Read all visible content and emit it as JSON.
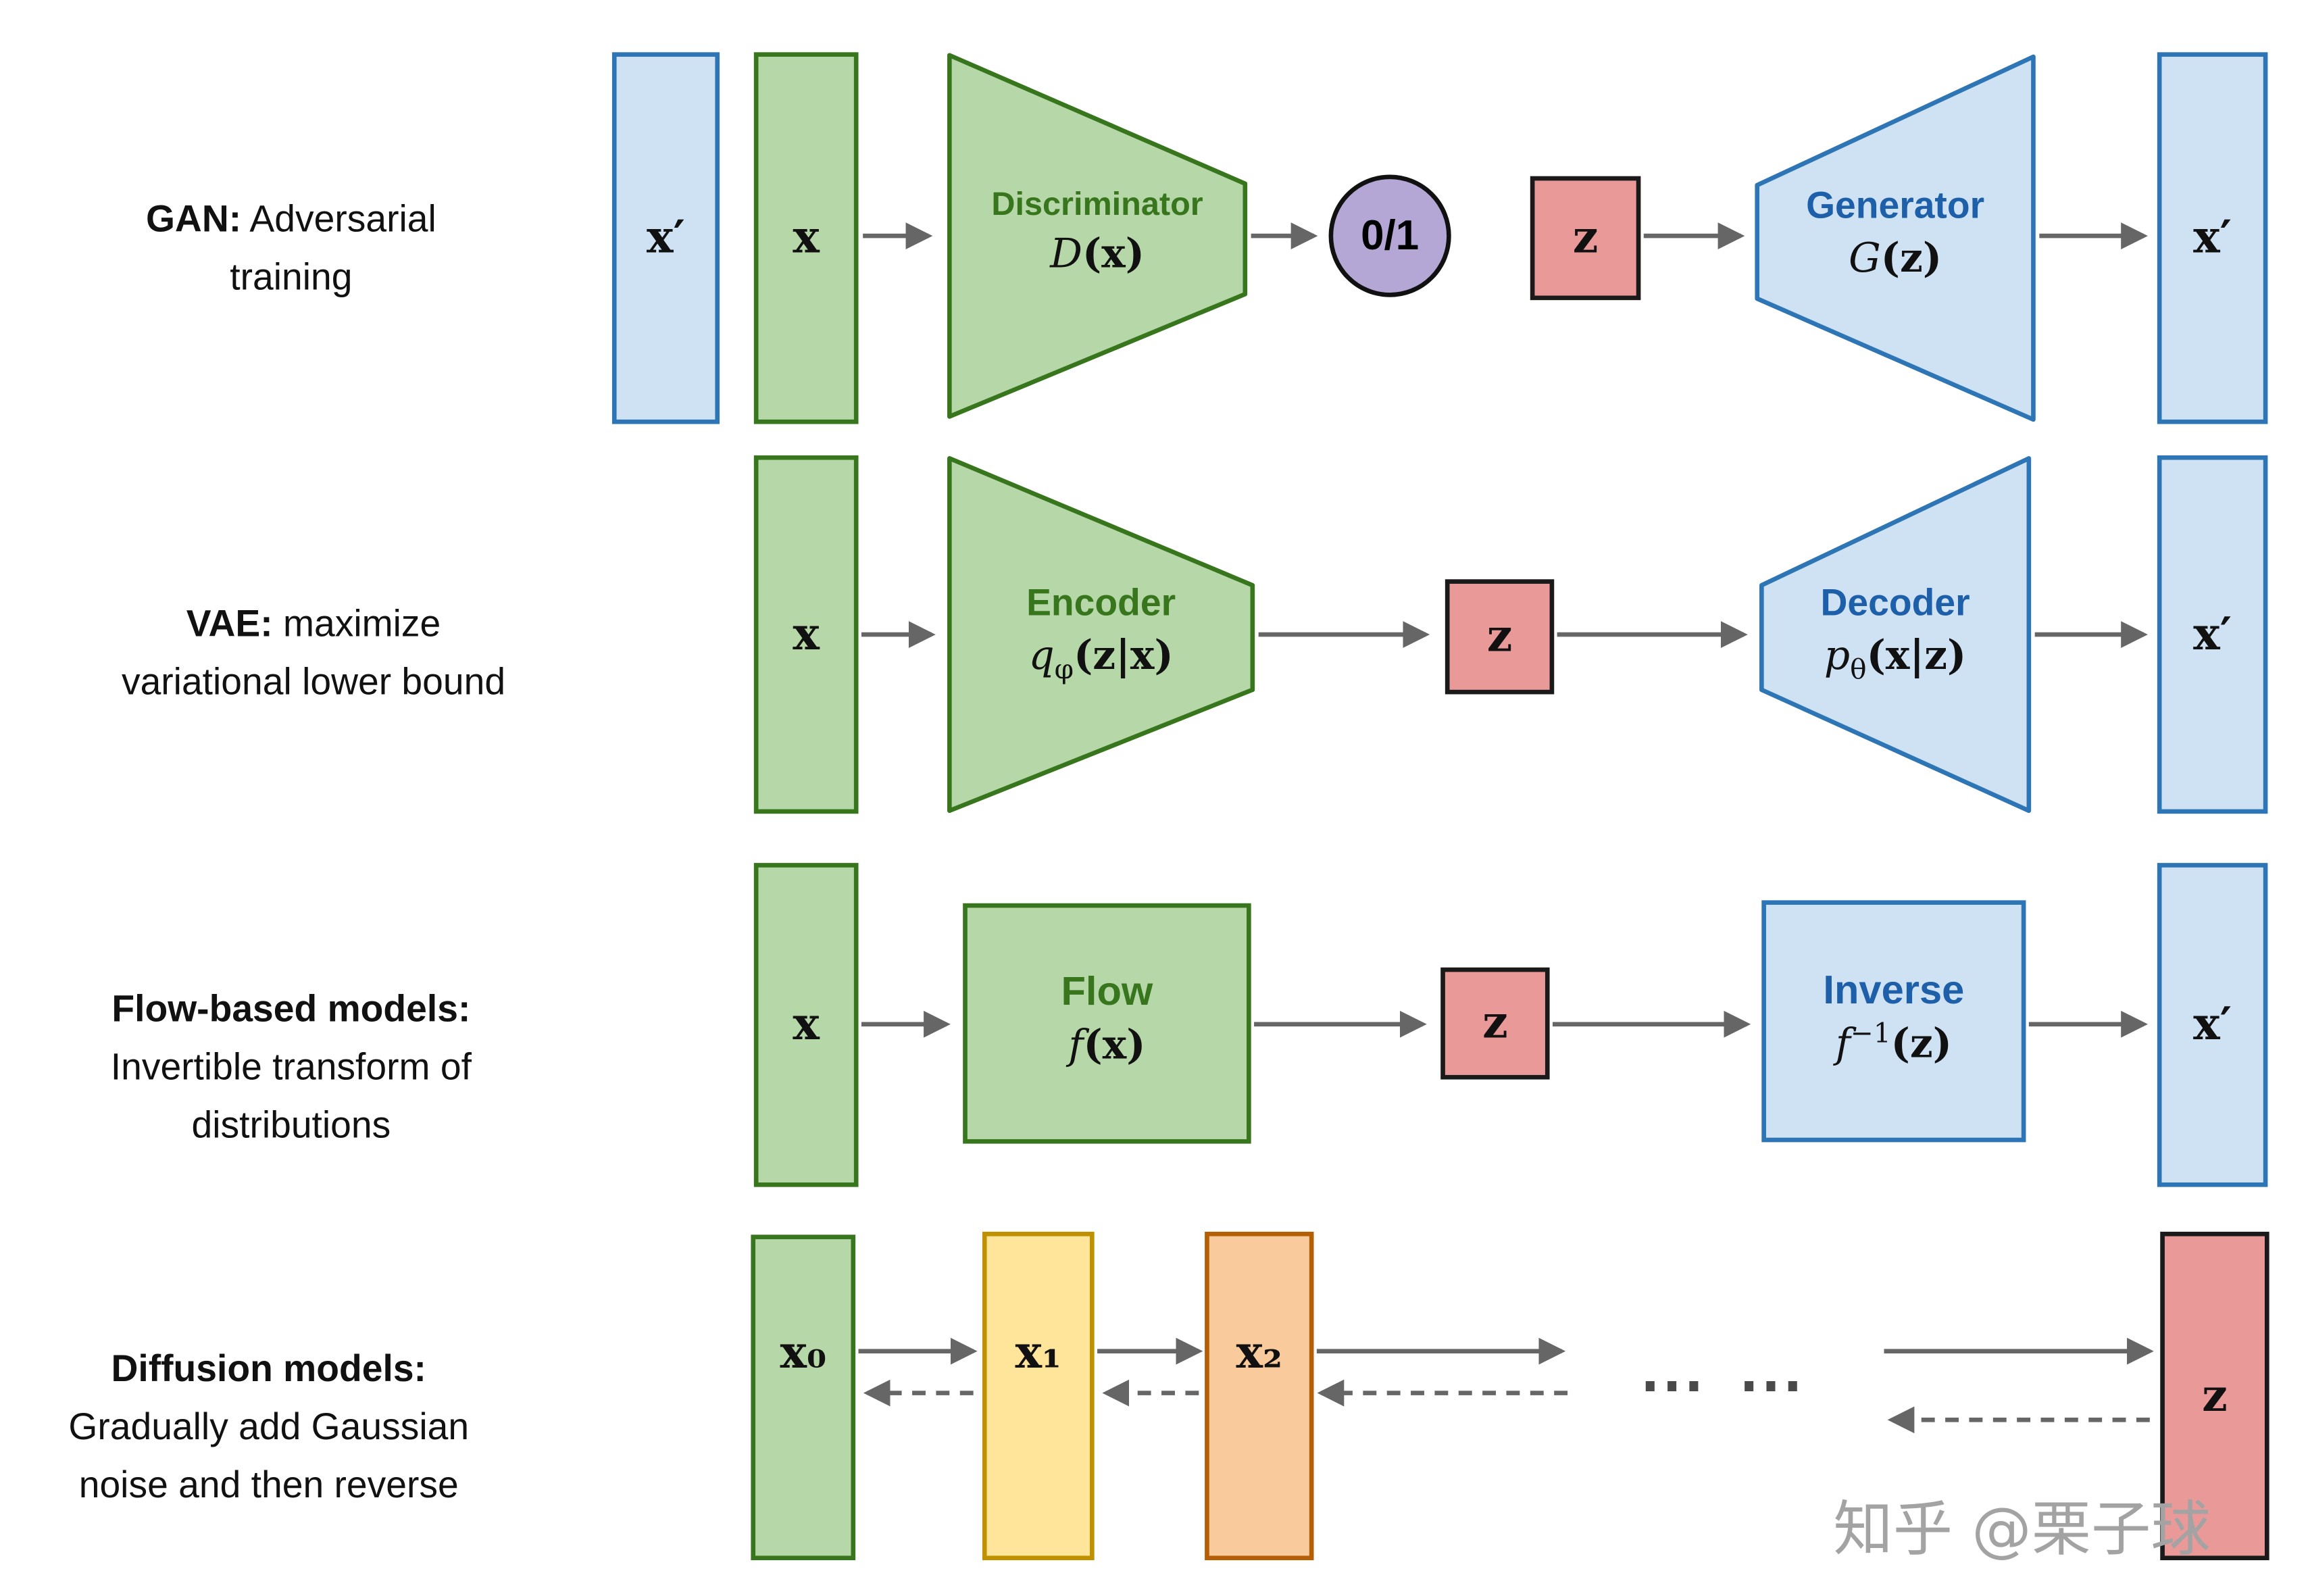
{
  "colors": {
    "green_fill": "#b6d7a8",
    "green_border": "#38761d",
    "green_text": "#38761d",
    "blue_fill": "#cfe2f3",
    "blue_border": "#2e75b6",
    "blue_text": "#1d5fa8",
    "red_fill": "#ea9999",
    "purple_fill": "#b4a7d6",
    "yellow_fill": "#ffe599",
    "yellow_border": "#bf9000",
    "orange_fill": "#f9cb9c",
    "orange_border": "#b45f06",
    "arrow": "#666666"
  },
  "gan": {
    "label_bold": "GAN:",
    "label_rest": " Adversarial training",
    "real_sample": "x′",
    "input": "x",
    "disc_title": "Discriminator",
    "disc_formula": {
      "func": "D",
      "sub": "",
      "sup": "",
      "arg": "(x)"
    },
    "disc_output": "0/1",
    "latent": "z",
    "gen_title": "Generator",
    "gen_formula": {
      "func": "G",
      "sub": "",
      "sup": "",
      "arg": "(z)"
    },
    "output": "x′"
  },
  "vae": {
    "label_bold": "VAE:",
    "label_rest": " maximize variational lower bound",
    "input": "x",
    "enc_title": "Encoder",
    "enc_formula": {
      "func": "q",
      "sub": "φ",
      "sup": "",
      "arg": "(z|x)"
    },
    "latent": "z",
    "dec_title": "Decoder",
    "dec_formula": {
      "func": "p",
      "sub": "θ",
      "sup": "",
      "arg": "(x|z)"
    },
    "output": "x′"
  },
  "flow": {
    "label_bold": "Flow-based models:",
    "label_rest": " Invertible transform of distributions",
    "input": "x",
    "flow_title": "Flow",
    "flow_formula": {
      "func": "f",
      "sub": "",
      "sup": "",
      "arg": "(x)"
    },
    "latent": "z",
    "inv_title": "Inverse",
    "inv_formula": {
      "func": "f",
      "sub": "",
      "sup": "−1",
      "arg": "(z)"
    },
    "output": "x′"
  },
  "diffusion": {
    "label_bold": "Diffusion models:",
    "label_rest": " Gradually add Gaussian noise and then reverse",
    "x0": "x₀",
    "x1": "x₁",
    "x2": "x₂",
    "dots": "⋯ ⋯",
    "latent": "z"
  },
  "watermark": "知乎 @栗子球"
}
